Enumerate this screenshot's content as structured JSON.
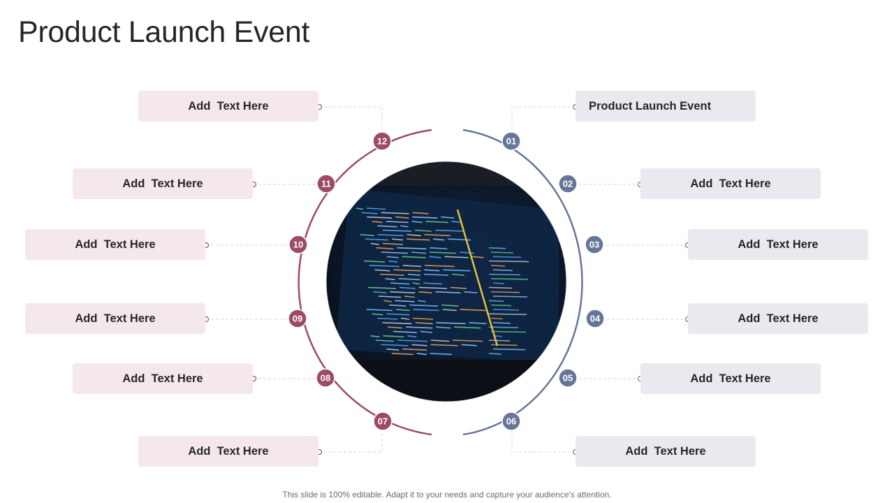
{
  "title": "Product Launch Event",
  "footer": "This slide is 100% editable. Adapt it to your needs and capture your audience's attention.",
  "colors": {
    "left": "#9c4a66",
    "right": "#667699",
    "left_box": "#f5e8ec",
    "right_box": "#e9eaf0",
    "connector": "#d4d4d4"
  },
  "center_image": "laptop-code-photo",
  "steps": [
    {
      "num": "01",
      "label": "Product Launch Event",
      "side": "right"
    },
    {
      "num": "02",
      "label": "Add  Text Here",
      "side": "right"
    },
    {
      "num": "03",
      "label": "Add  Text Here",
      "side": "right"
    },
    {
      "num": "04",
      "label": "Add  Text Here",
      "side": "right"
    },
    {
      "num": "05",
      "label": "Add  Text Here",
      "side": "right"
    },
    {
      "num": "06",
      "label": "Add  Text Here",
      "side": "right"
    },
    {
      "num": "07",
      "label": "Add  Text Here",
      "side": "left"
    },
    {
      "num": "08",
      "label": "Add  Text Here",
      "side": "left"
    },
    {
      "num": "09",
      "label": "Add  Text Here",
      "side": "left"
    },
    {
      "num": "10",
      "label": "Add  Text Here",
      "side": "left"
    },
    {
      "num": "11",
      "label": "Add  Text Here",
      "side": "left"
    },
    {
      "num": "12",
      "label": "Add  Text Here",
      "side": "left"
    }
  ]
}
